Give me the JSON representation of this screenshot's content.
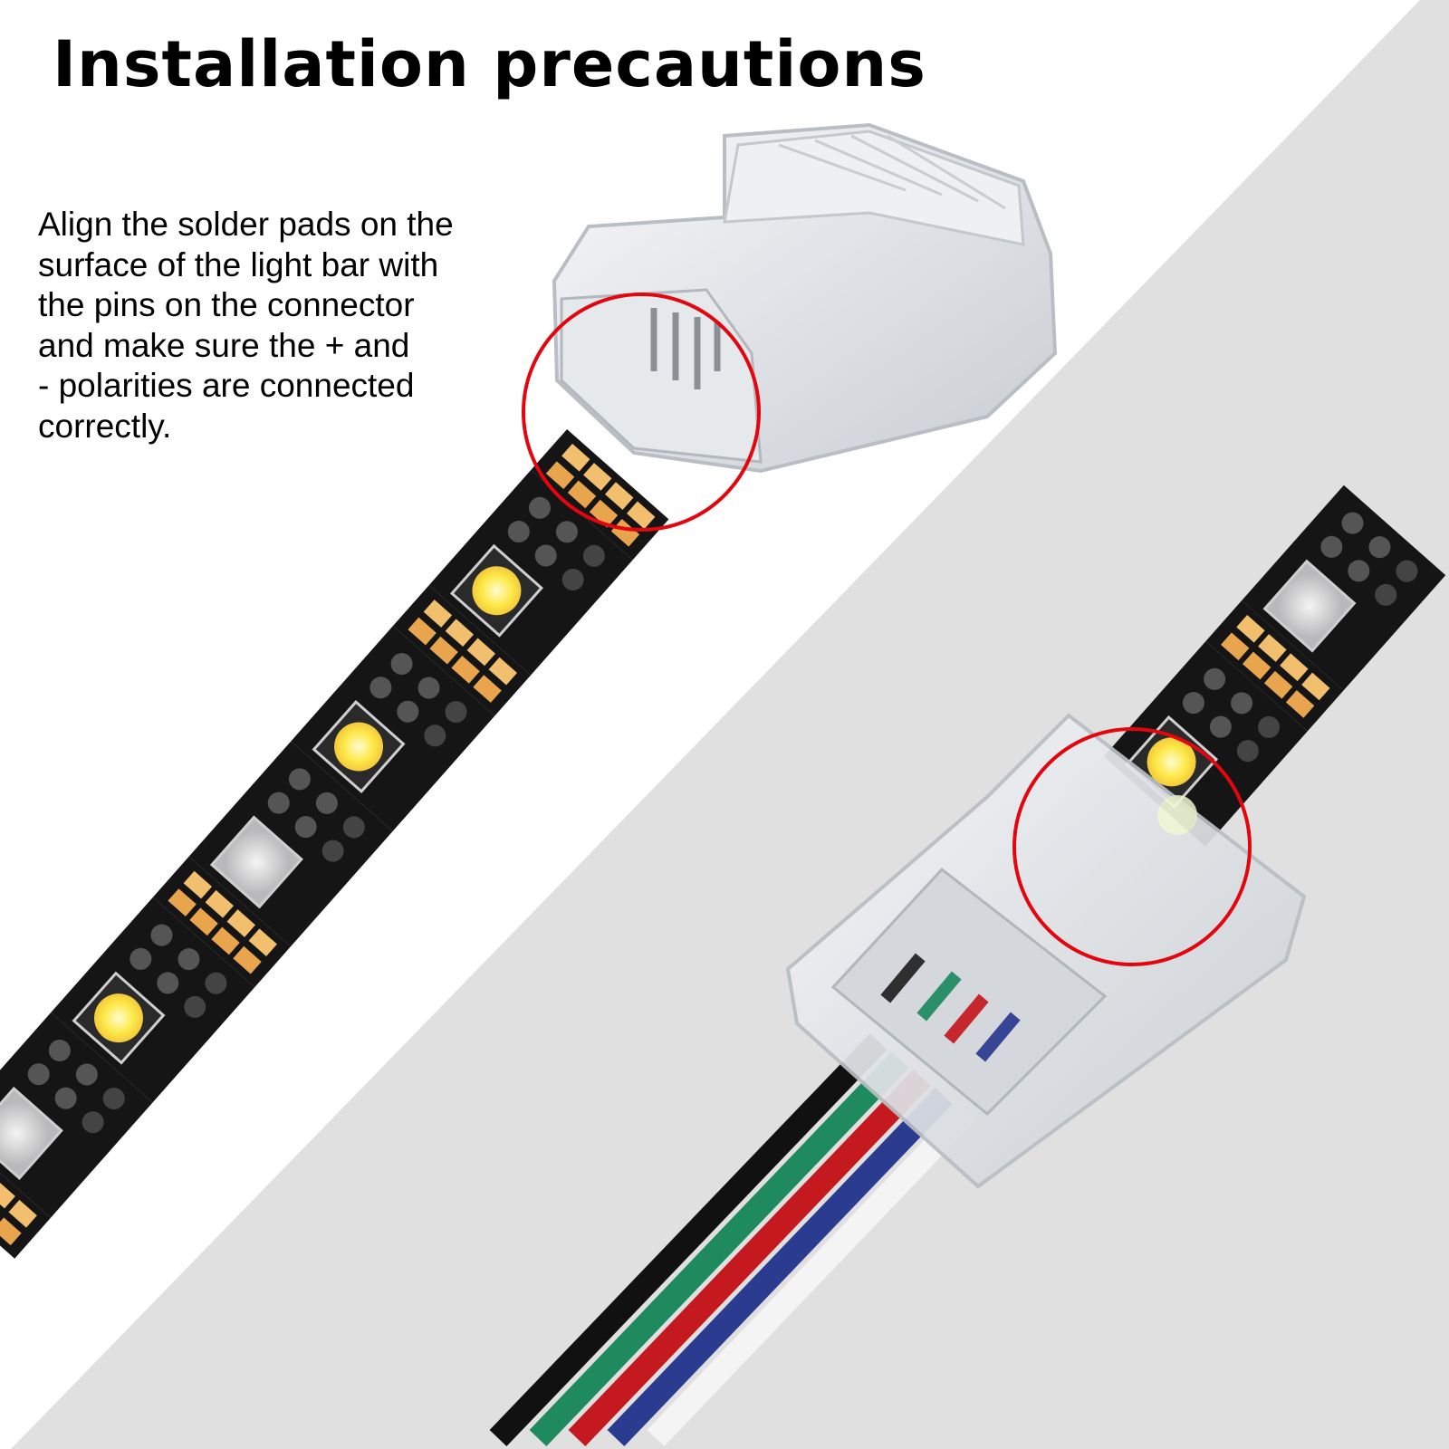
{
  "title": "Installation precautions",
  "description_lines": [
    "Align the solder pads on the",
    "surface of the light bar with",
    "the pins on the connector",
    "and make sure the + and",
    "- polarities are connected",
    "correctly."
  ],
  "colors": {
    "background_gray": "#e0e0e0",
    "highlight_circle": "#e3060f",
    "strip_pcb": "#151515",
    "solder_pad": "#e9a54d",
    "led_warm": "#fde94a",
    "wires": [
      "#111111",
      "#1e8a5e",
      "#c41a1f",
      "#2b3b8f",
      "#f2f2f2"
    ]
  }
}
